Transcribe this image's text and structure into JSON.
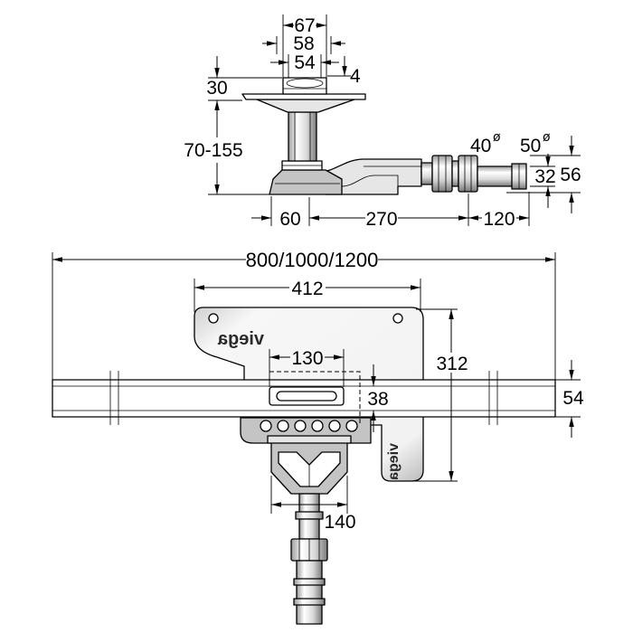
{
  "drawing": {
    "side_view": {
      "dim_67": "67",
      "dim_58": "58",
      "dim_54": "54",
      "dim_4": "4",
      "dim_30": "30",
      "dim_height": "70-155",
      "dim_40": "40",
      "dim_50": "50",
      "diameter_symbol": "ø",
      "dim_56": "56",
      "dim_32": "32",
      "dim_60": "60",
      "dim_270": "270",
      "dim_120": "120"
    },
    "plan_view": {
      "dim_length": "800/1000/1200",
      "dim_412": "412",
      "dim_312": "312",
      "dim_130": "130",
      "dim_38": "38",
      "dim_54": "54",
      "dim_140": "140",
      "logo_text": "viega"
    },
    "colors": {
      "line": "#000000",
      "background": "#ffffff",
      "shade": "#c4c4c4"
    }
  }
}
